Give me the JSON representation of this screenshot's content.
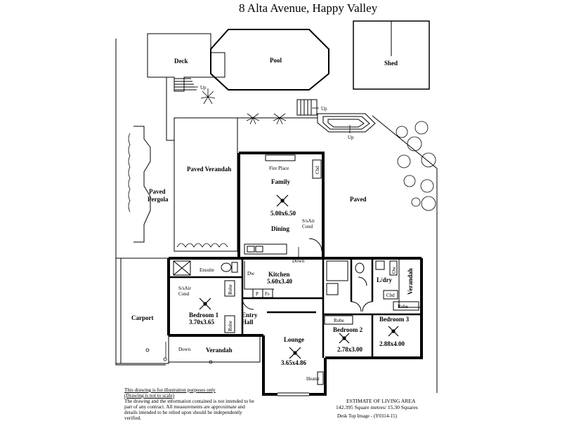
{
  "title": "8 Alta Avenue, Happy Valley",
  "rooms": {
    "deck": "Deck",
    "pool": "Pool",
    "shed": "Shed",
    "paved_verandah": "Paved Verandah",
    "paved_pergola": "Paved\nPergola",
    "paved": "Paved",
    "family": "Family",
    "fire_place": "Fire Place",
    "cbd": "Cbd",
    "family_size": "5.00x6.50",
    "sairc_cond": "S/sAir\nCond",
    "dining": "Dining",
    "down": "Down",
    "ensuite": "Ensuite",
    "kitchen": "Kitchen",
    "kitchen_size": "5.60x3.40",
    "dw": "Dw",
    "p": "P",
    "fs": "Fs",
    "robe": "Robe",
    "bedroom1": "Bedroom 1",
    "bedroom1_size": "3.70x3.65",
    "entry_hall": "Entry\nHall",
    "carport": "Carport",
    "verandah": "Verandah",
    "lounge": "Lounge",
    "lounge_size": "3.65x4.86",
    "heater": "Heater",
    "bedroom2": "Bedroom 2",
    "bedroom2_size": "2.78x3.00",
    "bedroom3": "Bedroom 3",
    "bedroom3_size": "2.88x4.00",
    "ldry": "L/dry",
    "up": "Up",
    "ow": "Ow"
  },
  "disclaimer": {
    "line1": "This drawing is for illustration purposes only",
    "line2": "(Drawing is not to scale)",
    "body": "The drawing and the information contained is not intended to be part of any contract. All measurements are approximate and details intended to be relied upon should be independently verified."
  },
  "estimate": {
    "heading": "ESTIMATE OF LIVING AREA",
    "value": "142.395 Square metres/  15.30 Squares"
  },
  "image_ref": "Desk Top Image - (Y0314-15)"
}
